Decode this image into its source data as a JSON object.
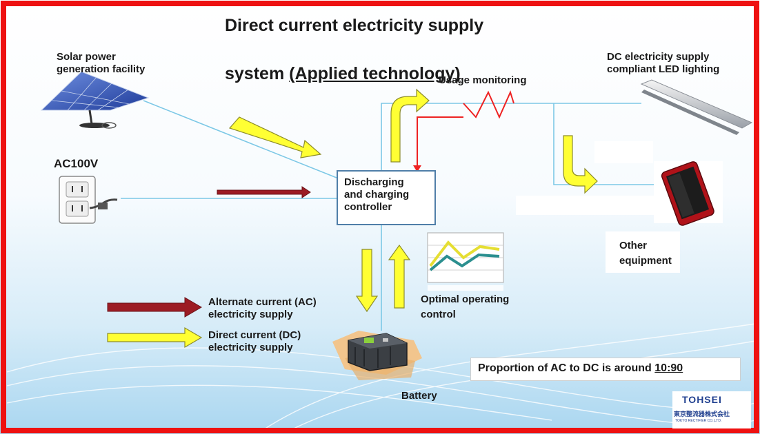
{
  "title": {
    "line1": "Direct current electricity supply",
    "line2_prefix": "system ",
    "line2_emphasis": "(Applied technology)"
  },
  "labels": {
    "solar": "Solar power\ngeneration facility",
    "ac100v": "AC100V",
    "usage_monitoring": "Usage monitoring",
    "led_lighting": "DC electricity supply\ncompliant  LED lighting",
    "controller": "Discharging\nand charging\ncontroller",
    "other_equipment": "Other\nequipment",
    "optimal_control": "Optimal operating\ncontrol",
    "battery": "Battery"
  },
  "legend": {
    "ac": "Alternate current (AC)\nelectricity supply",
    "dc": "Direct current (DC)\nelectricity supply"
  },
  "proportion": {
    "text": "Proportion of AC to DC is around ",
    "value": "10:90"
  },
  "logo": {
    "name": "TOHSEI",
    "jp": "東京整流器株式会社",
    "sub": "TOKYO RECTIFIER CO.,LTD."
  },
  "colors": {
    "frame": "#ee1111",
    "dc_arrow": "#ffff33",
    "ac_arrow": "#9c1c24",
    "wire": "#7cc8e6",
    "monitor": "#ee2222"
  },
  "icons": [
    "solar-panel-icon",
    "ac-outlet-icon",
    "led-tube-icon",
    "tablet-icon",
    "chart-icon",
    "battery-icon"
  ]
}
